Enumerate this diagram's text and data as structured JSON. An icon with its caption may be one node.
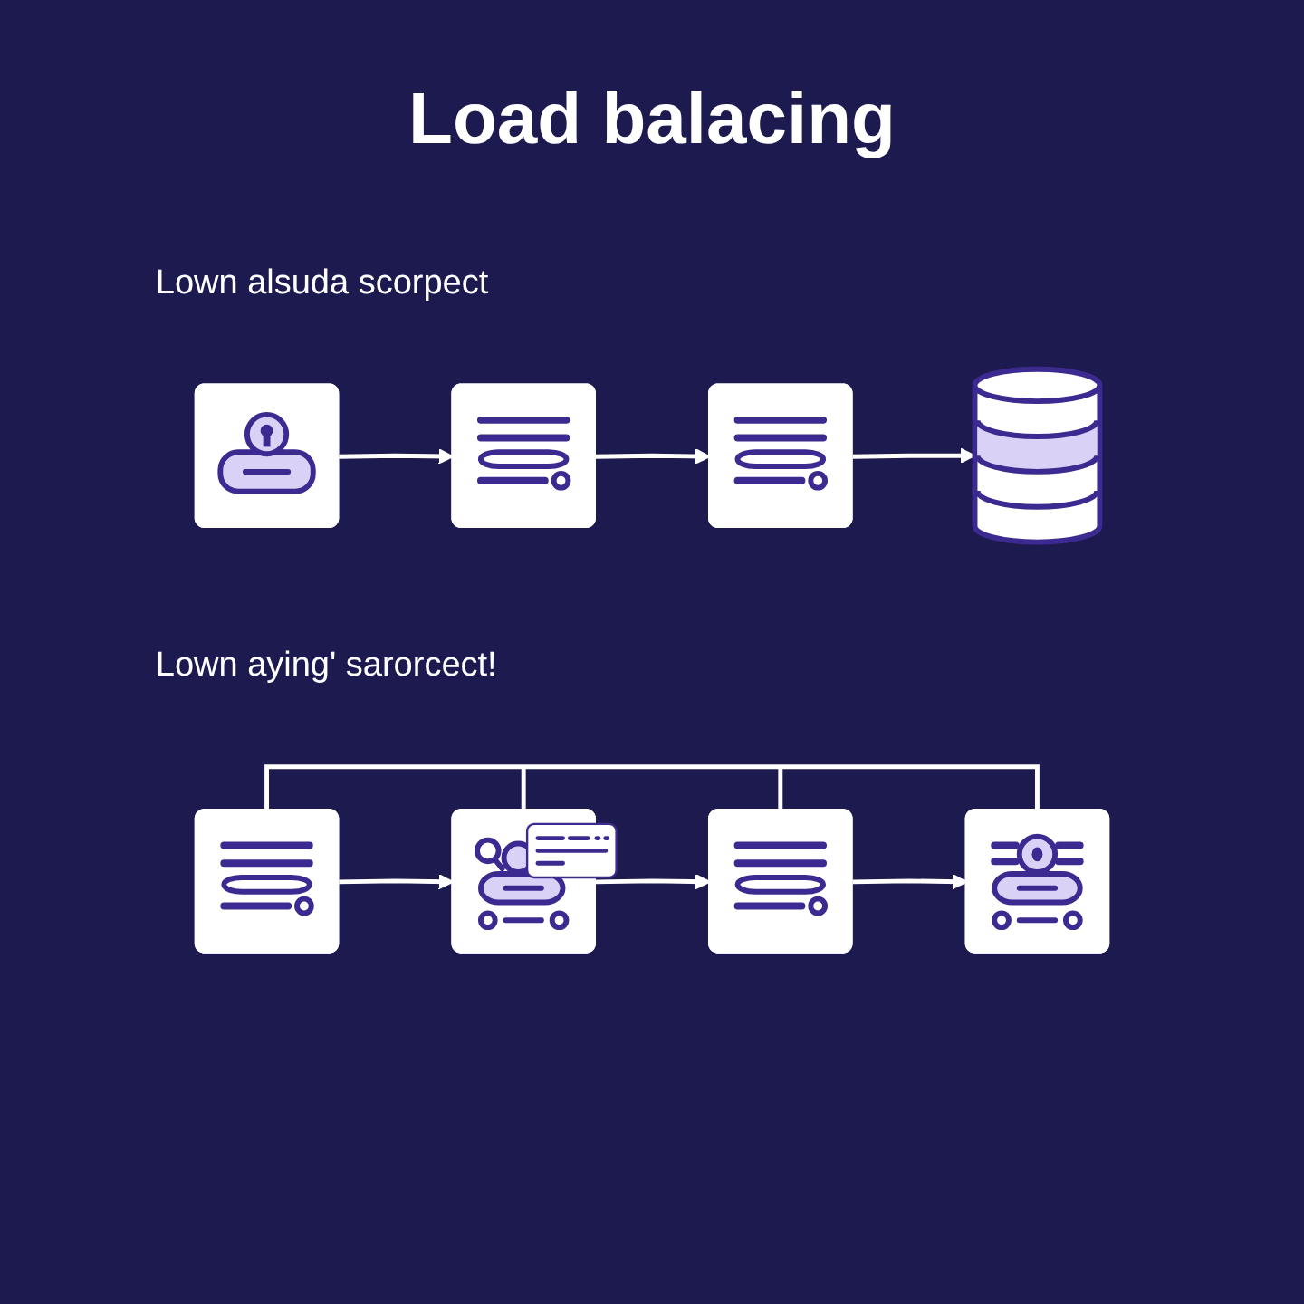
{
  "diagram": {
    "title": "Load balacing",
    "nodes": [
      {
        "text": [],
        "shape": "picture"
      },
      {
        "text": [],
        "shape": "picture"
      },
      {
        "text": [],
        "shape": "picture"
      },
      {
        "text": [],
        "shape": "cylinder"
      },
      {
        "text": [],
        "shape": "picture"
      },
      {
        "text": [],
        "shape": "picture"
      },
      {
        "text": [],
        "shape": "picture"
      },
      {
        "text": [],
        "shape": "picture"
      }
    ],
    "edges": [
      {
        "from": 0,
        "to": 1,
        "arrow": "to"
      },
      {
        "from": 1,
        "to": 2,
        "arrow": "to"
      },
      {
        "from": 2,
        "to": 3,
        "arrow": "to"
      },
      {
        "from": 4,
        "to": 5,
        "arrow": "to"
      },
      {
        "from": 5,
        "to": 6,
        "arrow": "to"
      },
      {
        "from": 6,
        "to": 7,
        "arrow": "to"
      }
    ],
    "labels": [
      "Lown alsuda scorpect",
      "Lown aying' sarorcect!"
    ]
  }
}
